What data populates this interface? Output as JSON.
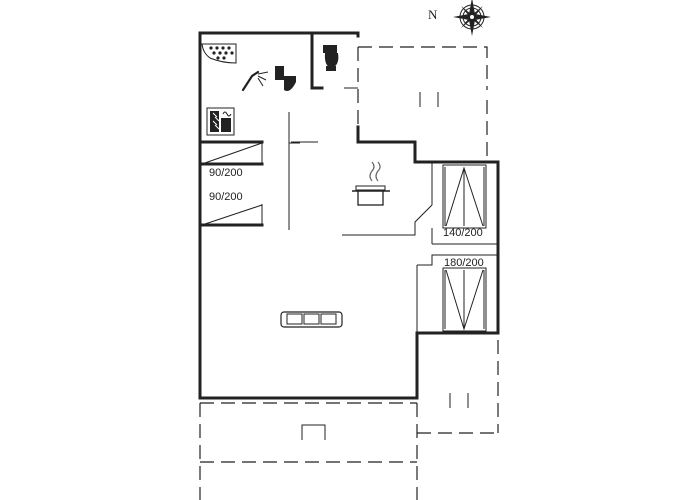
{
  "compass": {
    "north_label": "N"
  },
  "beds": [
    {
      "label": "90/200"
    },
    {
      "label": "90/200"
    },
    {
      "label": "140/200"
    },
    {
      "label": "180/200"
    }
  ],
  "icons": {
    "hot_tub": "hot-tub-icon",
    "shower": "shower-icon",
    "toilet_1": "toilet-icon",
    "toilet_2": "toilet-icon",
    "sauna": "sauna-icon",
    "stove": "cooking-pot-icon",
    "sofa": "sofa-icon",
    "compass_rose": "compass-rose-icon"
  },
  "colors": {
    "line": "#222222",
    "background": "#ffffff"
  }
}
